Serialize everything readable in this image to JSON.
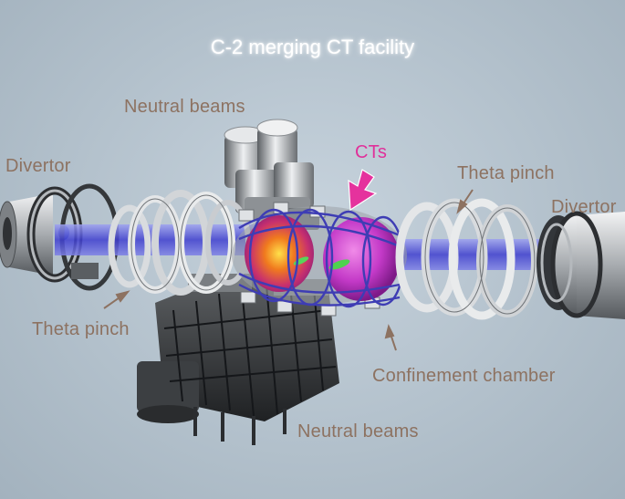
{
  "title": "C-2 merging CT facility",
  "labels": {
    "neutral_beams_top": "Neutral beams",
    "cts": "CTs",
    "divertor_left": "Divertor",
    "theta_pinch_right": "Theta pinch",
    "divertor_right": "Divertor",
    "theta_pinch_left": "Theta pinch",
    "confinement_chamber": "Confinement chamber",
    "neutral_beams_bottom": "Neutral beams"
  },
  "colors": {
    "background": "#b6c4cf",
    "label_text": "#8d7261",
    "cts_accent": "#e0309a",
    "title_text": "#ffffff",
    "plasma_beam": "#5a5adf",
    "ct_blob": "#cc3fd2"
  }
}
